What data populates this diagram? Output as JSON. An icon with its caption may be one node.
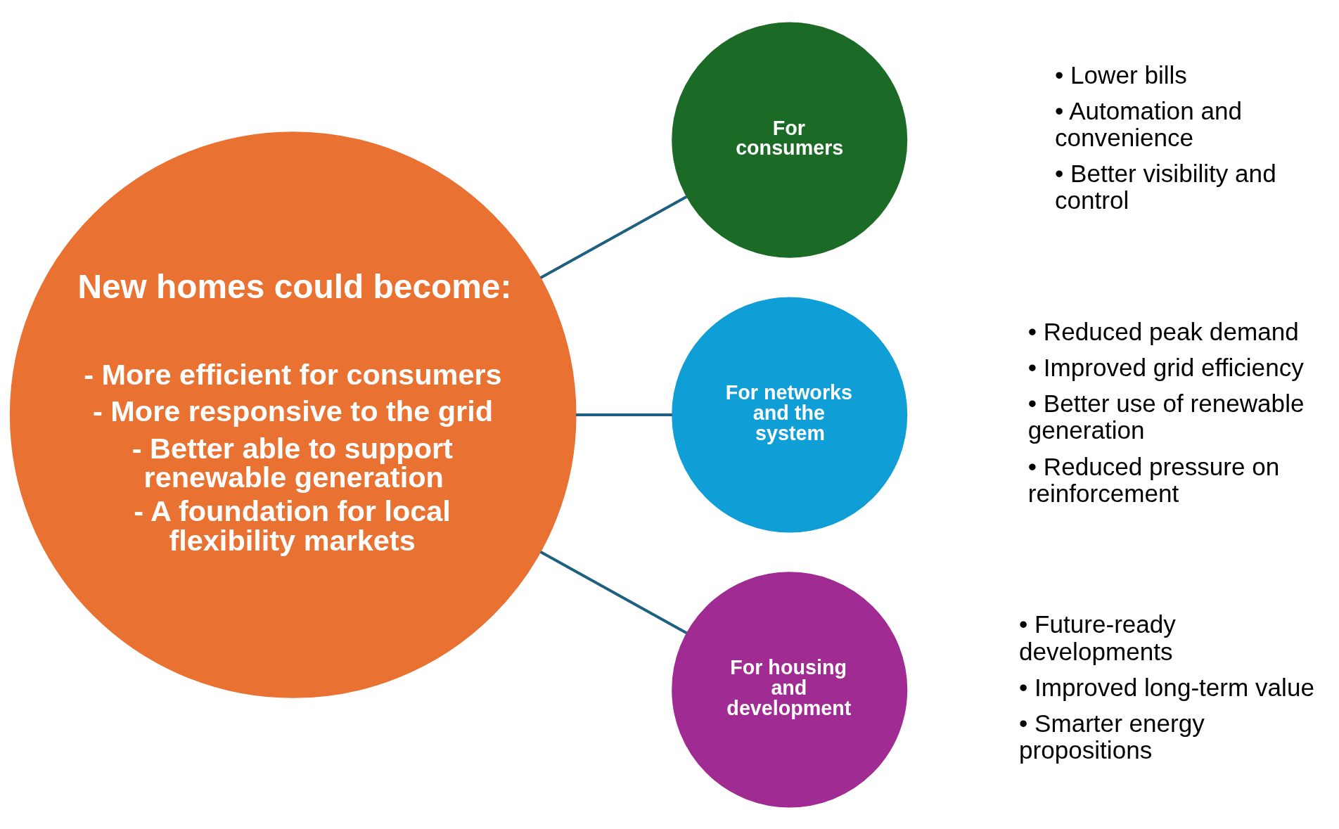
{
  "diagram": {
    "nodes": [
      {
        "text": [
          "New homes could become:",
          "- More efficient for consumers",
          "- More responsive to the grid",
          "- Better able to support renewable generation",
          "- A foundation for local flexibility markets"
        ]
      },
      {
        "text": [
          "For consumers"
        ],
        "beside": [
          "• Lower bills",
          "• Automation and convenience",
          "• Better visibility and control"
        ]
      },
      {
        "text": [
          "For networks and the system"
        ],
        "beside": [
          "• Reduced peak demand",
          "• Improved grid efficiency",
          "• Better use of renewable generation",
          "• Reduced pressure on reinforcement"
        ]
      },
      {
        "text": [
          "For housing and development"
        ],
        "beside": [
          "• Future-ready developments",
          "• Improved long-term value",
          "• Smarter energy propositions"
        ]
      }
    ],
    "edges": [
      {
        "from": 0,
        "to": 1,
        "arrow": "none"
      },
      {
        "from": 0,
        "to": 2,
        "arrow": "none"
      },
      {
        "from": 0,
        "to": 3,
        "arrow": "none"
      }
    ]
  }
}
